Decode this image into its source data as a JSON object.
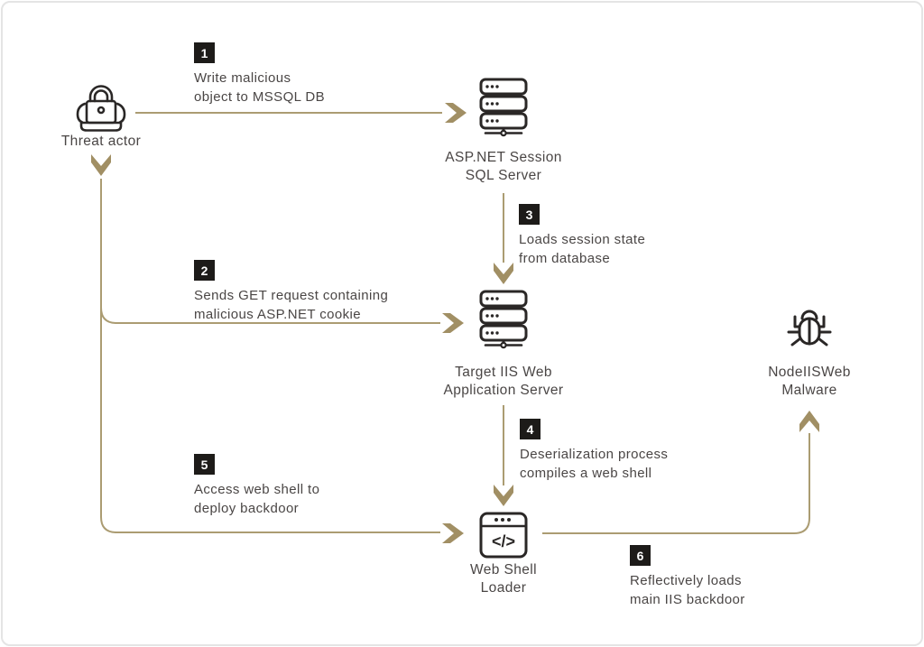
{
  "diagram": {
    "nodes": {
      "threat_actor": {
        "label": "Threat actor",
        "icon": "hacker-laptop-lock-icon"
      },
      "sql_server": {
        "label_line1": "ASP.NET Session",
        "label_line2": "SQL Server",
        "icon": "server-stack-icon"
      },
      "iis_server": {
        "label_line1": "Target IIS Web",
        "label_line2": "Application Server",
        "icon": "server-stack-icon"
      },
      "web_shell": {
        "label_line1": "Web Shell",
        "label_line2": "Loader",
        "icon": "browser-code-icon",
        "icon_glyph": "</>"
      },
      "malware": {
        "label_line1": "NodeIISWeb",
        "label_line2": "Malware",
        "icon": "bug-icon"
      }
    },
    "steps": [
      {
        "num": "1",
        "line1": "Write malicious",
        "line2": "object to MSSQL DB"
      },
      {
        "num": "2",
        "line1": "Sends GET request containing",
        "line2": "malicious ASP.NET cookie"
      },
      {
        "num": "3",
        "line1": "Loads session state",
        "line2": "from database"
      },
      {
        "num": "4",
        "line1": "Deserialization process",
        "line2": "compiles a web shell"
      },
      {
        "num": "5",
        "line1": "Access web shell to",
        "line2": "deploy backdoor"
      },
      {
        "num": "6",
        "line1": "Reflectively loads",
        "line2": "main IIS backdoor"
      }
    ],
    "colors": {
      "arrow": "#a18f64",
      "line": "#ab9c72",
      "icon": "#2a2726",
      "text": "#4a4645",
      "badge_bg": "#1d1b19",
      "badge_text": "#ffffff",
      "card_border": "#e4e4e4"
    }
  }
}
